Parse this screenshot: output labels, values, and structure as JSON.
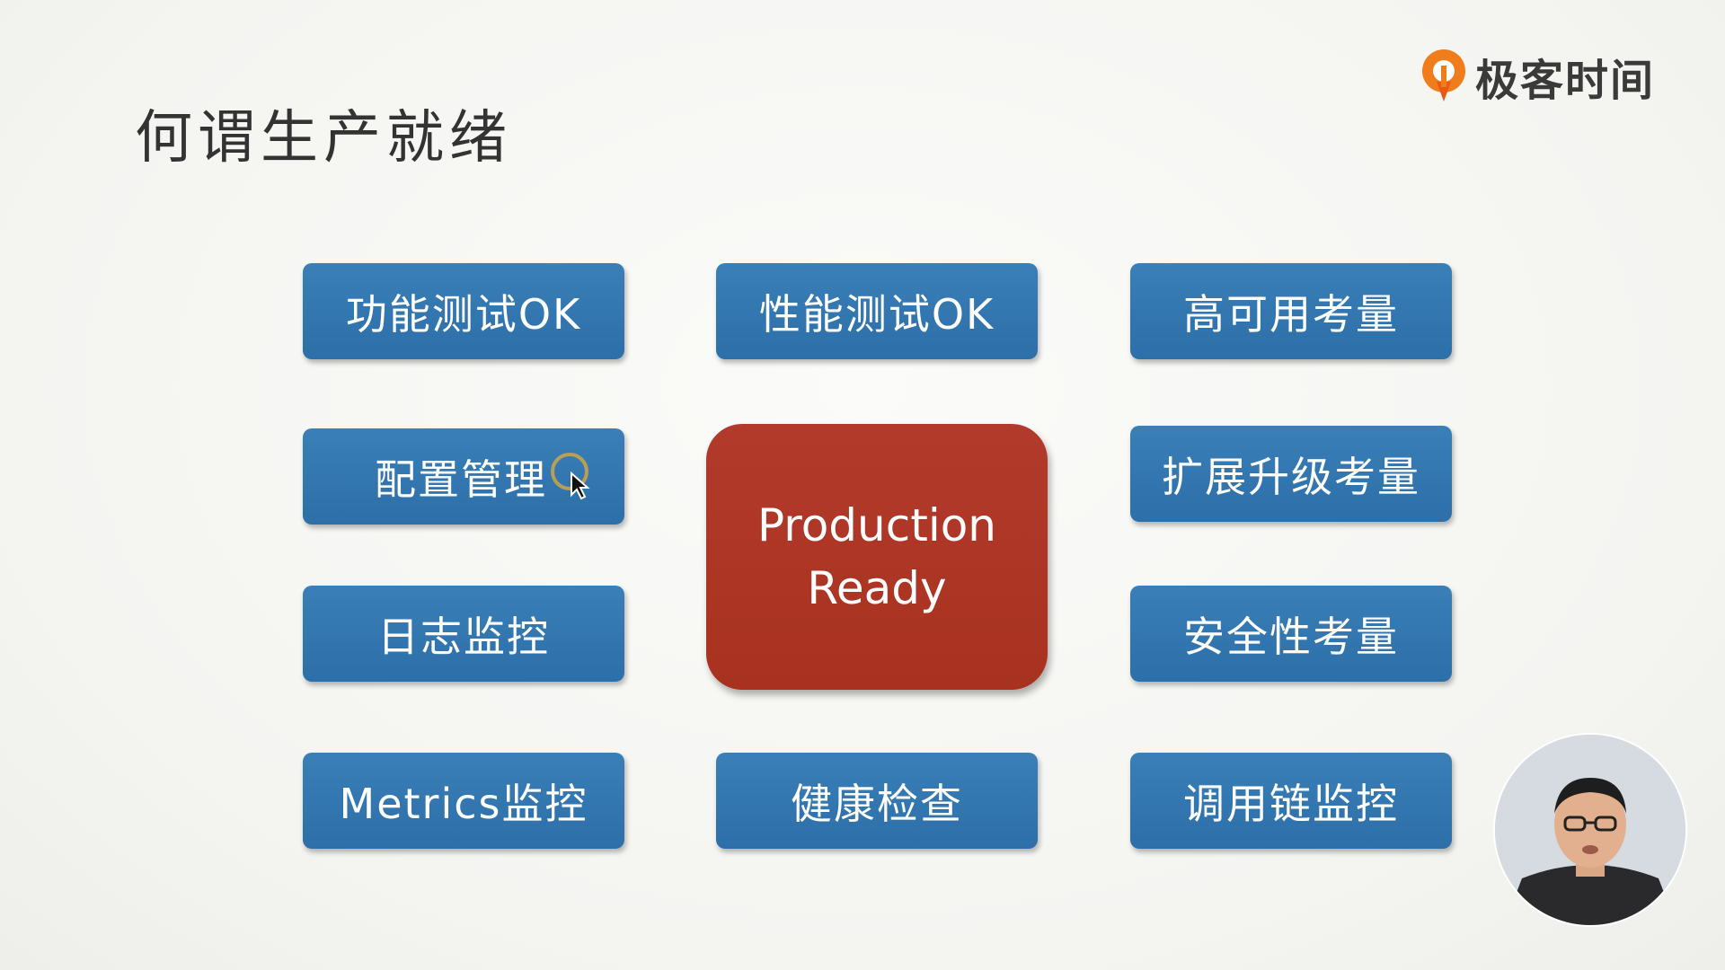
{
  "slide": {
    "title": "何谓生产就绪",
    "logo_text": "极客时间",
    "brand_color": "#f07c1b",
    "box_color": "#2f72aa",
    "center_color": "#ad3524"
  },
  "boxes": {
    "functional_test": "功能测试OK",
    "performance_test": "性能测试OK",
    "high_availability": "高可用考量",
    "config_management": "配置管理",
    "scaling_upgrade": "扩展升级考量",
    "log_monitoring": "日志监控",
    "security": "安全性考量",
    "metrics_monitoring": "Metrics监控",
    "health_check": "健康检查",
    "tracing_monitoring": "调用链监控"
  },
  "center": {
    "line1": "Production",
    "line2": "Ready"
  },
  "icons": {
    "logo": "geektime-logo-icon",
    "cursor": "mouse-cursor-icon",
    "presenter": "presenter-avatar"
  }
}
